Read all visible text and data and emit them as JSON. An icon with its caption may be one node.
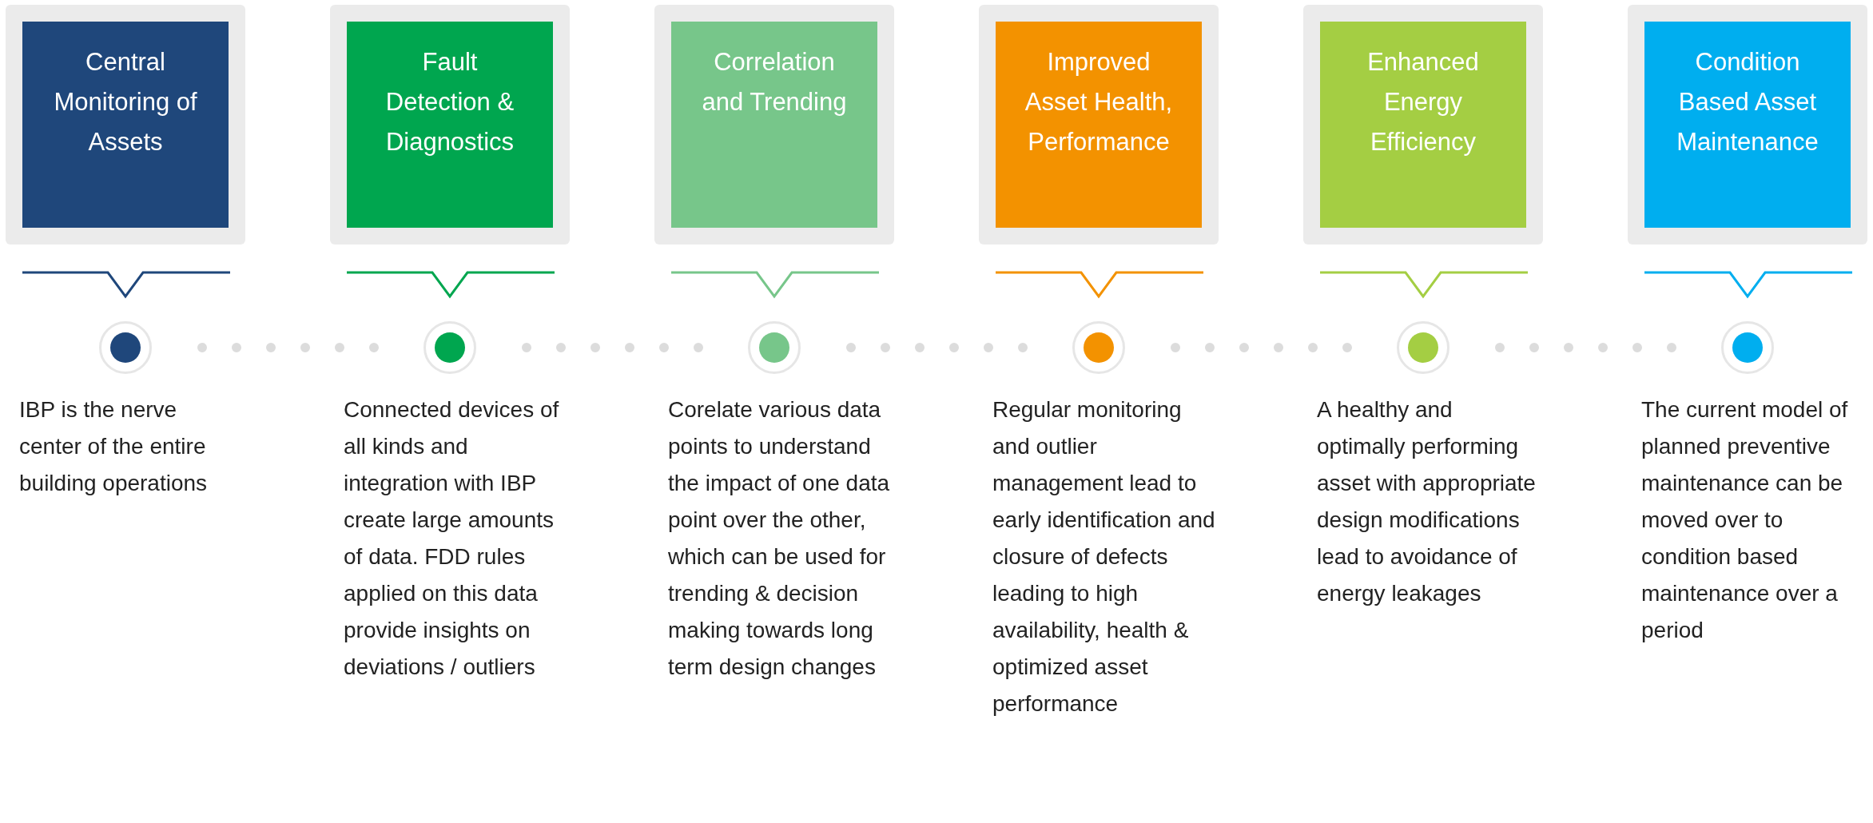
{
  "diagram": {
    "nodes": [
      {
        "text": [
          "Central Monitoring of Assets"
        ]
      },
      {
        "text": [
          "Fault Detection & Diagnostics"
        ]
      },
      {
        "text": [
          "Correlation and Trending"
        ]
      },
      {
        "text": [
          "Improved Asset Health, Performance"
        ]
      },
      {
        "text": [
          "Enhanced Energy Efficiency"
        ]
      },
      {
        "text": [
          "Condition Based Asset Maintenance"
        ]
      },
      {
        "text": [],
        "shape": "circle",
        "beside": [
          "IBP is the nerve center of the entire building operations"
        ]
      },
      {
        "text": [],
        "shape": "circle",
        "beside": [
          "Connected devices of all kinds and integration with IBP create large amounts of data. FDD rules applied on this data provide insights on deviations / outliers"
        ]
      },
      {
        "text": [],
        "shape": "circle",
        "beside": [
          "Corelate various data points to understand the impact of one data point over the other, which can be used for trending & decision making towards long term design changes"
        ]
      },
      {
        "text": [],
        "shape": "circle",
        "beside": [
          "Regular monitoring and outlier management lead to early identification and closure of defects leading to high availability, health & optimized asset performance"
        ]
      },
      {
        "text": [],
        "shape": "circle",
        "beside": [
          "A healthy and optimally performing asset with appropriate design modifications lead to avoidance of energy leakages"
        ]
      },
      {
        "text": [],
        "shape": "circle",
        "beside": [
          "The current model of planned preventive maintenance can be moved over to condition based maintenance over a period"
        ]
      }
    ],
    "edges": [
      {
        "from": 6,
        "to": 7,
        "arrow": "none",
        "style": "dashed"
      },
      {
        "from": 7,
        "to": 8,
        "arrow": "none",
        "style": "dashed"
      },
      {
        "from": 8,
        "to": 9,
        "arrow": "none",
        "style": "dashed"
      },
      {
        "from": 9,
        "to": 10,
        "arrow": "none",
        "style": "dashed"
      },
      {
        "from": 10,
        "to": 11,
        "arrow": "none",
        "style": "dashed"
      }
    ]
  }
}
